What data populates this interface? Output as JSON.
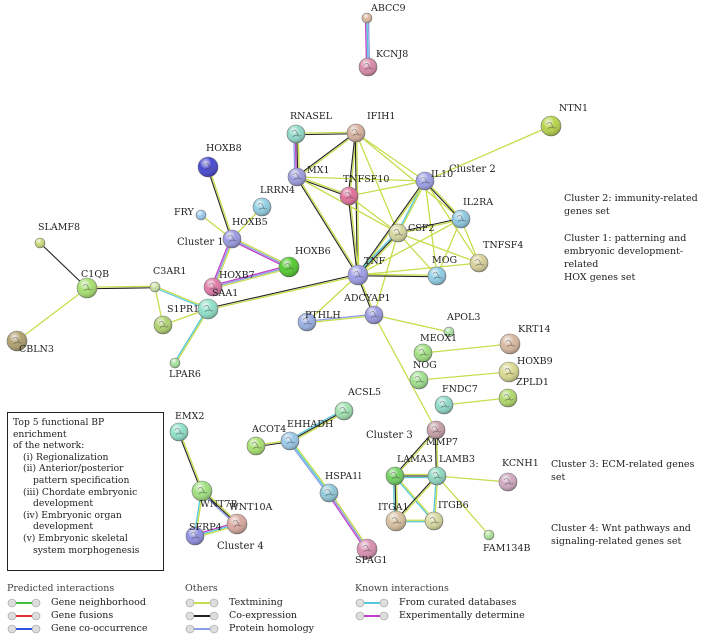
{
  "nodes": [
    {
      "id": "ABCC9",
      "label": "ABCC9",
      "color": "#d9b8a0"
    },
    {
      "id": "KCNJ8",
      "label": "KCNJ8",
      "color": "#d88aa8"
    },
    {
      "id": "NTN1",
      "label": "NTN1",
      "color": "#b6d24c"
    },
    {
      "id": "RNASEL",
      "label": "RNASEL",
      "color": "#8fd8c8"
    },
    {
      "id": "IFIH1",
      "label": "IFIH1",
      "color": "#d6b09e"
    },
    {
      "id": "HOXB8",
      "label": "HOXB8",
      "color": "#4848d0"
    },
    {
      "id": "MX1",
      "label": "MX1",
      "color": "#9d9de0"
    },
    {
      "id": "TNFSF10",
      "label": "TNFSF10",
      "color": "#e0709a"
    },
    {
      "id": "IL10",
      "label": "IL10",
      "color": "#9da0e4"
    },
    {
      "id": "LRRN4",
      "label": "LRRN4",
      "color": "#90cfe2"
    },
    {
      "id": "FRY",
      "label": "FRY",
      "color": "#9cc8ee"
    },
    {
      "id": "IL2RA",
      "label": "IL2RA",
      "color": "#8fc8e0"
    },
    {
      "id": "CSF2",
      "label": "CSF2",
      "color": "#d6d6a0"
    },
    {
      "id": "HOXB5",
      "label": "HOXB5",
      "color": "#9a9ae0"
    },
    {
      "id": "SLAMF8",
      "label": "SLAMF8",
      "color": "#c8d87a"
    },
    {
      "id": "HOXB6",
      "label": "HOXB6",
      "color": "#54c830"
    },
    {
      "id": "TNFSF4",
      "label": "TNFSF4",
      "color": "#d8d09a"
    },
    {
      "id": "HOXB7",
      "label": "HOXB7",
      "color": "#e07aa8"
    },
    {
      "id": "TNF",
      "label": "TNF",
      "color": "#9d9de6"
    },
    {
      "id": "MOG",
      "label": "MOG",
      "color": "#90cde6"
    },
    {
      "id": "C1QB",
      "label": "C1QB",
      "color": "#a8e070"
    },
    {
      "id": "C3AR1",
      "label": "C3AR1",
      "color": "#c8e0a0"
    },
    {
      "id": "SAA1",
      "label": "SAA1",
      "color": "#90e0c8"
    },
    {
      "id": "S1PR1",
      "label": "S1PR1",
      "color": "#b0d070"
    },
    {
      "id": "ADCYAP1",
      "label": "ADCYAP1",
      "color": "#9a9ae0"
    },
    {
      "id": "PTHLH",
      "label": "PTHLH",
      "color": "#9ab0e4"
    },
    {
      "id": "CBLN3",
      "label": "CBLN3",
      "color": "#b0a070"
    },
    {
      "id": "APOL3",
      "label": "APOL3",
      "color": "#a8e0a0"
    },
    {
      "id": "KRT14",
      "label": "KRT14",
      "color": "#d8b8a0"
    },
    {
      "id": "MEOX1",
      "label": "MEOX1",
      "color": "#a0e080"
    },
    {
      "id": "LPAR6",
      "label": "LPAR6",
      "color": "#a8e0a0"
    },
    {
      "id": "HOXB9",
      "label": "HOXB9",
      "color": "#d8d890"
    },
    {
      "id": "NOG",
      "label": "NOG",
      "color": "#a0e090"
    },
    {
      "id": "FNDC7",
      "label": "FNDC7",
      "color": "#8fd8c8"
    },
    {
      "id": "ZPLD1",
      "label": "ZPLD1",
      "color": "#b0d86a"
    },
    {
      "id": "ACSL5",
      "label": "ACSL5",
      "color": "#a0e0b0"
    },
    {
      "id": "EMX2",
      "label": "EMX2",
      "color": "#8fe0c8"
    },
    {
      "id": "MMP7",
      "label": "MMP7",
      "color": "#c8a0a8"
    },
    {
      "id": "ACOT4",
      "label": "ACOT4",
      "color": "#a8e070"
    },
    {
      "id": "EHHADH",
      "label": "EHHADH",
      "color": "#9ac8e8"
    },
    {
      "id": "LAMA3",
      "label": "LAMA3",
      "color": "#70d060"
    },
    {
      "id": "LAMB3",
      "label": "LAMB3",
      "color": "#90d8c0"
    },
    {
      "id": "KCNH1",
      "label": "KCNH1",
      "color": "#d0a8c0"
    },
    {
      "id": "HSPA1L",
      "label": "HSPA1l",
      "color": "#90c8d8"
    },
    {
      "id": "WNT7B",
      "label": "WNT7B",
      "color": "#a0e080"
    },
    {
      "id": "ITGA1",
      "label": "ITGA1",
      "color": "#d8c0a0"
    },
    {
      "id": "ITGB6",
      "label": "ITGB6",
      "color": "#d8d8a0"
    },
    {
      "id": "WNT10A",
      "label": "WNT10A",
      "color": "#d8a8a0"
    },
    {
      "id": "SFRP4",
      "label": "SFRP4",
      "color": "#8f8fe0"
    },
    {
      "id": "FAM134B",
      "label": "FAM134B",
      "color": "#b0e098"
    },
    {
      "id": "SPAG1",
      "label": "SPAG1",
      "color": "#d890b0"
    }
  ],
  "cluster_labels": {
    "cluster1": "Cluster 1",
    "cluster2": "Cluster 2",
    "cluster3": "Cluster 3",
    "cluster4": "Cluster 4"
  },
  "cluster_notes": {
    "cluster2_line1": "Cluster 2: immunity-related",
    "cluster2_line2": "genes set",
    "cluster1_line1": "Cluster 1: patterning and",
    "cluster1_line2": "embryonic development-related",
    "cluster1_line3": "HOX genes set",
    "cluster3": "Cluster 3: ECM-related genes set",
    "cluster4_line1": "Cluster 4: Wnt pathways and",
    "cluster4_line2": "signaling-related genes set"
  },
  "enrichment": {
    "title_line1": "Top 5 functional BP enrichment",
    "title_line2": "of the network:",
    "i": "(i) Regionalization",
    "ii_a": "(ii) Anterior/posterior",
    "ii_b": "pattern specification",
    "iii_a": "(iii) Chordate embryonic",
    "iii_b": "development",
    "iv_a": "(iv) Embryonic organ",
    "iv_b": "development",
    "v_a": "(v) Embryonic skeletal",
    "v_b": "system morphogenesis"
  },
  "legend": {
    "predicted": {
      "title": "Predicted interactions",
      "neighborhood": "Gene neighborhood",
      "fusions": "Gene fusions",
      "cooccurrence": "Gene co-occurrence"
    },
    "others": {
      "title": "Others",
      "textmining": "Textmining",
      "coexpression": "Co-expression",
      "homology": "Protein homology"
    },
    "known": {
      "title": "Known interactions",
      "curated": "From curated databases",
      "experimental": "Experimentally determine"
    }
  },
  "colors": {
    "textmining": "#c8dc4c",
    "coexpression": "#222222",
    "homology": "#8a9de6",
    "curated": "#55c8d8",
    "experimental": "#c040c8",
    "neighborhood": "#40c040",
    "fusions": "#e03030",
    "cooccurrence": "#3050e0"
  }
}
